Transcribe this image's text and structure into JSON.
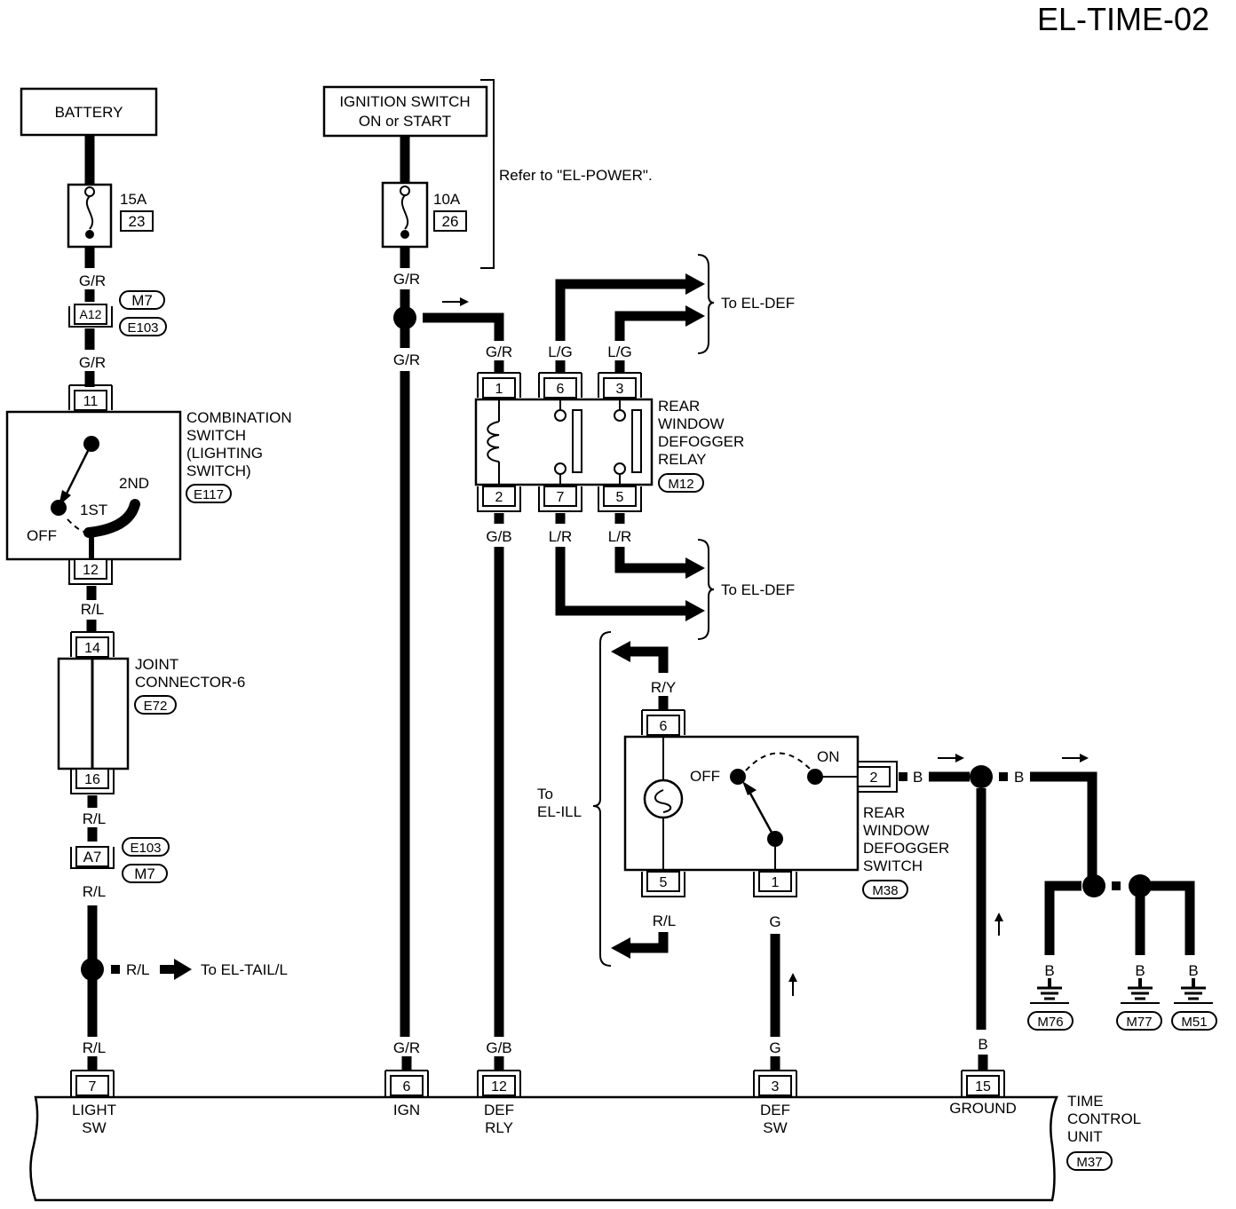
{
  "title": "EL-TIME-02",
  "battery": "BATTERY",
  "ignition": [
    "IGNITION SWITCH",
    "ON or START"
  ],
  "refer_note": "Refer to \"EL-POWER\".",
  "fuses": [
    {
      "amps": "15A",
      "num": "23"
    },
    {
      "amps": "10A",
      "num": "26"
    }
  ],
  "connectors": {
    "a12": "A12",
    "a7": "A7",
    "m7": "M7",
    "e103": "E103",
    "e117": "E117",
    "e72": "E72",
    "m12": "M12",
    "m38": "M38",
    "m76": "M76",
    "m77": "M77",
    "m51": "M51",
    "m37": "M37"
  },
  "combination_switch": {
    "name": [
      "COMBINATION",
      "SWITCH",
      "(LIGHTING",
      "SWITCH)"
    ],
    "pins": [
      "11",
      "12"
    ],
    "positions": [
      "OFF",
      "1ST",
      "2ND"
    ]
  },
  "joint_connector": {
    "name": [
      "JOINT",
      "CONNECTOR-6"
    ],
    "pins": [
      "14",
      "16"
    ]
  },
  "relay": {
    "name": [
      "REAR",
      "WINDOW",
      "DEFOGGER",
      "RELAY"
    ],
    "top_pins": [
      "1",
      "6",
      "3"
    ],
    "bottom_pins": [
      "2",
      "7",
      "5"
    ]
  },
  "defogger_switch": {
    "name": [
      "REAR",
      "WINDOW",
      "DEFOGGER",
      "SWITCH"
    ],
    "pins": [
      "6",
      "5",
      "1",
      "2"
    ],
    "positions": [
      "OFF",
      "ON"
    ]
  },
  "wires": {
    "gr": "G/R",
    "lg": "L/G",
    "gb": "G/B",
    "lr": "L/R",
    "rl": "R/L",
    "ry": "R/Y",
    "g": "G",
    "b": "B"
  },
  "refs": {
    "el_def": "To EL-DEF",
    "el_tail": "To EL-TAIL/L",
    "el_ill": [
      "To",
      "EL-ILL"
    ]
  },
  "tcu": {
    "name": [
      "TIME",
      "CONTROL",
      "UNIT"
    ],
    "pins": [
      {
        "num": "7",
        "label": [
          "LIGHT",
          "SW"
        ]
      },
      {
        "num": "6",
        "label": [
          "IGN"
        ]
      },
      {
        "num": "12",
        "label": [
          "DEF",
          "RLY"
        ]
      },
      {
        "num": "3",
        "label": [
          "DEF",
          "SW"
        ]
      },
      {
        "num": "15",
        "label": [
          "GROUND"
        ]
      }
    ]
  }
}
